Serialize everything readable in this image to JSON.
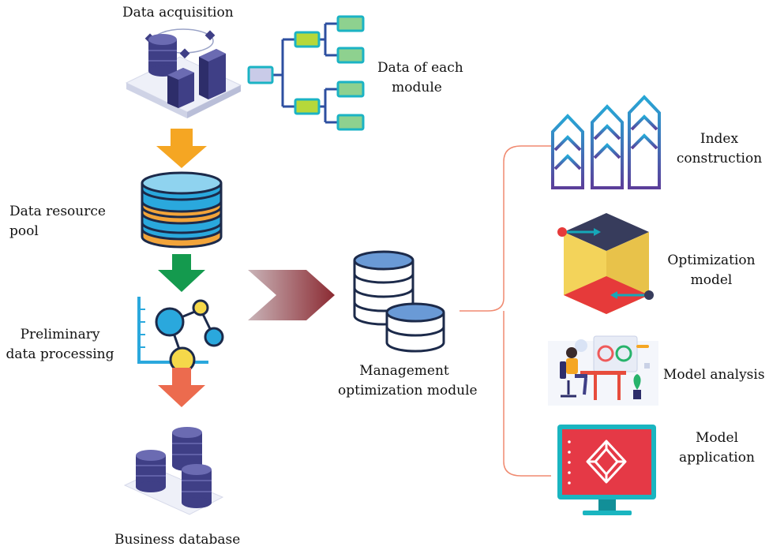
{
  "labels": {
    "data_acquisition": "Data acquisition",
    "data_of_each_module_1": "Data of each",
    "data_of_each_module_2": "module",
    "data_resource_pool_1": "Data resource",
    "data_resource_pool_2": "pool",
    "preliminary_1": "Preliminary",
    "preliminary_2": "data processing",
    "business_database": "Business database",
    "management_1": "Management",
    "management_2": "optimization module",
    "index_1": "Index",
    "index_2": "construction",
    "optimization_1": "Optimization",
    "optimization_2": "model",
    "model_analysis": "Model analysis",
    "model_app_1": "Model",
    "model_app_2": "application"
  },
  "colors": {
    "navy": "#3f3f86",
    "tree_line": "#2d4fa0",
    "teal": "#1bb3c4",
    "orange_arrow": "#f5a623",
    "green_arrow": "#149a4e",
    "salmon_arrow": "#ec6b4e",
    "chevron_start": "#8b2a32",
    "chevron_end": "#c9b4b8",
    "bracket": "#f08a70",
    "db_blue": "#2aa8dd",
    "db_orange": "#f2a43a",
    "cube_yellow": "#f3d35a",
    "cube_red": "#e63a3a",
    "cube_dark": "#373c5c",
    "monitor_red": "#e53946",
    "monitor_frame": "#1ab5c0"
  },
  "icons": [
    "server-rack-icon",
    "tree-hierarchy-icon",
    "database-stack-icon",
    "molecule-chart-icon",
    "database-cluster-icon",
    "database-coins-icon",
    "chevron-arrows-icon",
    "cube-icon",
    "desk-analysis-icon",
    "monitor-icon"
  ]
}
